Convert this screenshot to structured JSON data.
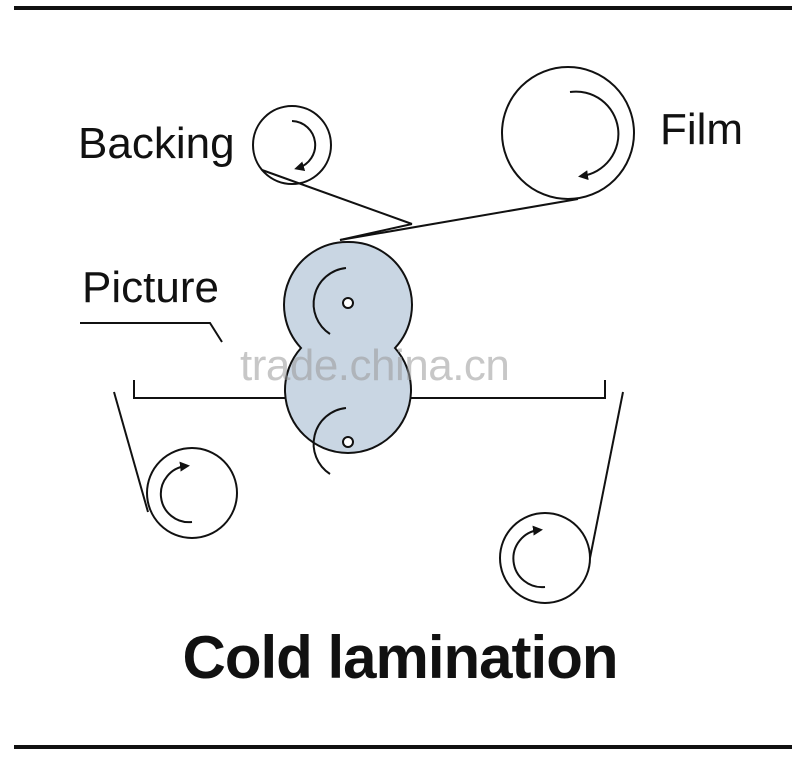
{
  "labels": {
    "backing": "Backing",
    "film": "Film",
    "picture": "Picture"
  },
  "title": "Cold lamination",
  "watermark": "trade.china.cn",
  "colors": {
    "stroke": "#111111",
    "roller_fill": "#c9d6e3",
    "watermark": "#9a9a9a"
  }
}
